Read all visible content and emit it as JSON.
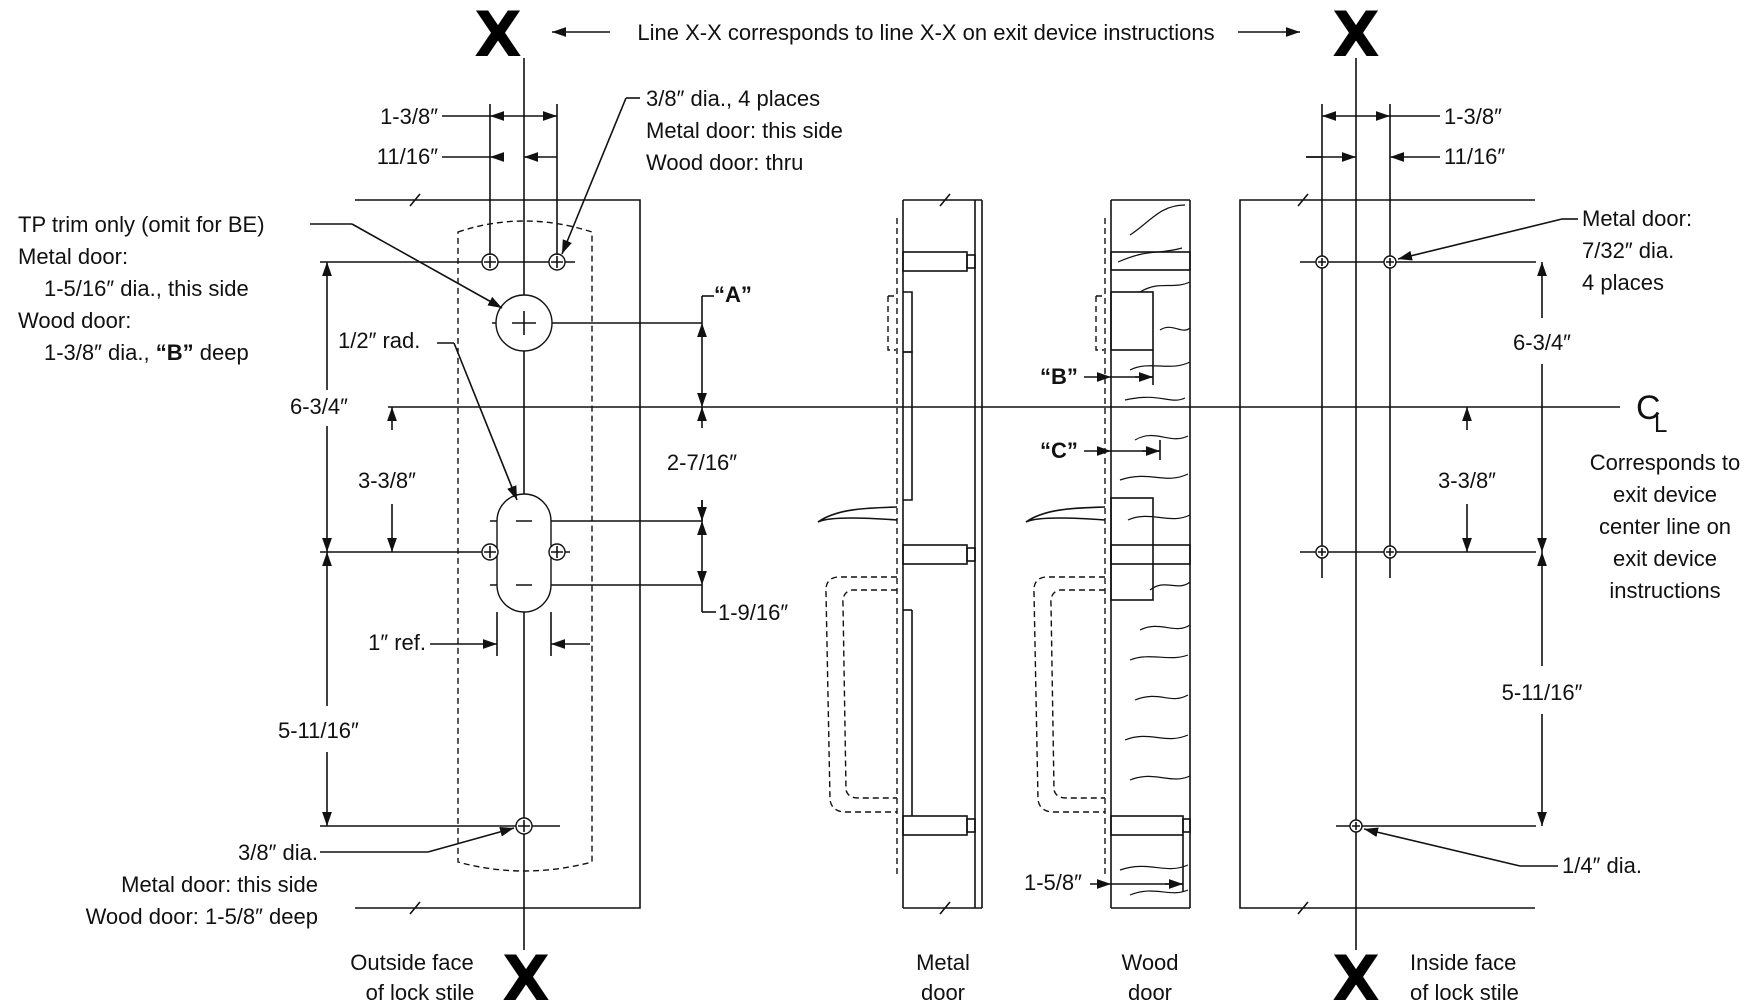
{
  "axis": {
    "x_marker": "X",
    "line_note": "Line X-X corresponds to line X-X on exit device instructions"
  },
  "outside": {
    "dim_1_3_8": "1-3/8″",
    "dim_11_16": "11/16″",
    "hole_note_1": "3/8″ dia., 4 places",
    "hole_note_2": "Metal door: this side",
    "hole_note_3": "Wood door: thru",
    "tp_note_1": "TP trim only (omit for BE)",
    "tp_note_2": "Metal door:",
    "tp_note_3": "1-5/16″ dia., this side",
    "tp_note_4": "Wood door:",
    "tp_note_5a": "1-3/8″ dia., ",
    "tp_note_5b": "“B”",
    "tp_note_5c": " deep",
    "rad_note": "1/2″ rad.",
    "dim_a": "“A”",
    "dim_6_3_4": "6-3/4″",
    "dim_3_3_8": "3-3/8″",
    "dim_2_7_16": "2-7/16″",
    "dim_1_9_16": "1-9/16″",
    "dim_1_ref": "1″ ref.",
    "dim_5_11_16": "5-11/16″",
    "bottom_note_1": "3/8″ dia.",
    "bottom_note_2": "Metal door: this side",
    "bottom_note_3": "Wood door: 1-5/8″ deep",
    "caption_1": "Outside face",
    "caption_2": "of lock stile"
  },
  "doors": {
    "metal_1": "Metal",
    "metal_2": "door",
    "wood_1": "Wood",
    "wood_2": "door",
    "dim_b": "“B”",
    "dim_c": "“C”",
    "dim_1_5_8": "1-5/8″"
  },
  "inside": {
    "dim_1_3_8": "1-3/8″",
    "dim_11_16": "11/16″",
    "metal_note_1": "Metal door:",
    "metal_note_2": "7/32″ dia.",
    "metal_note_3": "4 places",
    "dim_6_3_4": "6-3/4″",
    "dim_3_3_8": "3-3/8″",
    "dim_5_11_16": "5-11/16″",
    "dim_1_4": "1/4″ dia.",
    "cl_symbol": "CL",
    "cl_note_1": "Corresponds to",
    "cl_note_2": "exit device",
    "cl_note_3": "center line on",
    "cl_note_4": "exit device",
    "cl_note_5": "instructions",
    "caption_1": "Inside face",
    "caption_2": "of lock stile"
  }
}
